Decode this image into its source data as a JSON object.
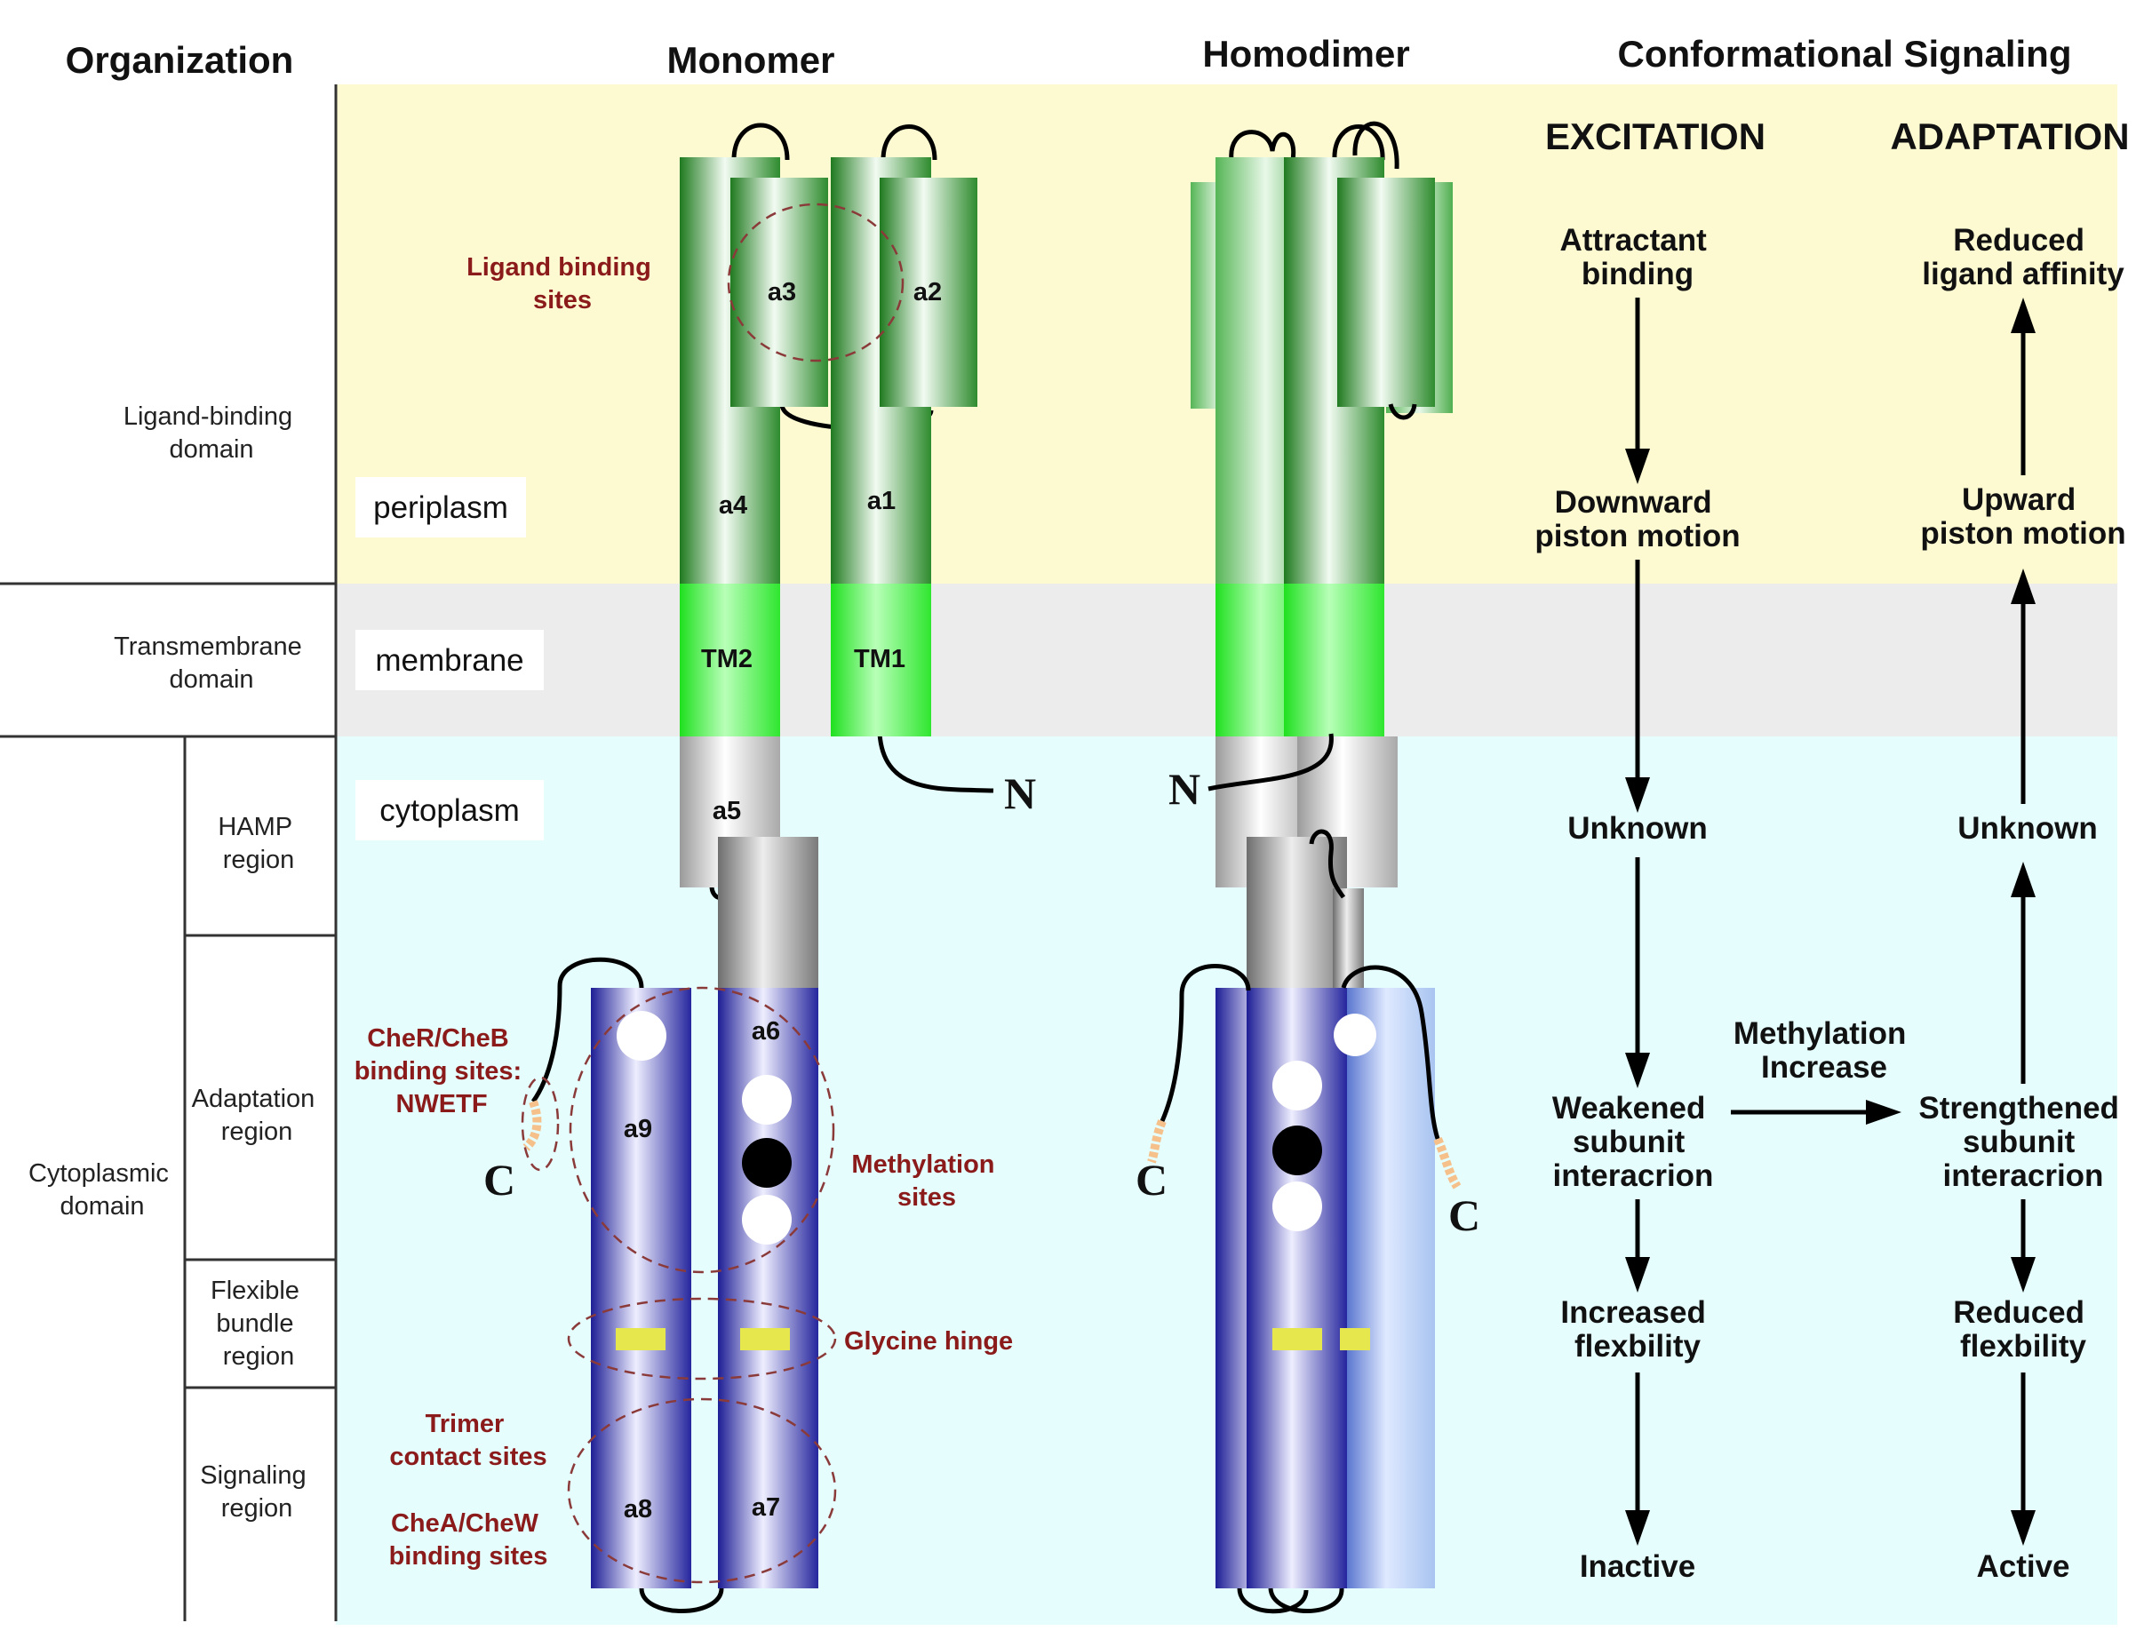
{
  "headers": {
    "organization": "Organization",
    "monomer": "Monomer",
    "homodimer": "Homodimer",
    "conformational": "Conformational Signaling"
  },
  "organization": {
    "ligand_binding": [
      "Ligand-binding",
      "domain"
    ],
    "transmembrane": [
      "Transmembrane",
      "domain"
    ],
    "cytoplasmic": [
      "Cytoplasmic",
      "domain"
    ],
    "hamp": [
      "HAMP",
      "region"
    ],
    "adaptation": [
      "Adaptation",
      "region"
    ],
    "flexible": [
      "Flexible",
      "bundle",
      "region"
    ],
    "signaling": [
      "Signaling",
      "region"
    ]
  },
  "zones": {
    "periplasm": "periplasm",
    "membrane": "membrane",
    "cytoplasm": "cytoplasm"
  },
  "helices": {
    "a1": "a1",
    "a2": "a2",
    "a3": "a3",
    "a4": "a4",
    "a5": "a5",
    "a6": "a6",
    "a7": "a7",
    "a8": "a8",
    "a9": "a9",
    "tm1": "TM1",
    "tm2": "TM2"
  },
  "termini": {
    "n": "N",
    "c": "C"
  },
  "annotations": {
    "ligand_sites": [
      "Ligand binding",
      "sites"
    ],
    "cher_cheb": [
      "CheR/CheB",
      "binding sites:",
      "NWETF"
    ],
    "methylation_sites": [
      "Methylation",
      "sites"
    ],
    "glycine_hinge": "Glycine hinge",
    "trimer_contact": [
      "Trimer",
      "contact sites"
    ],
    "chea_chew": [
      "CheA/CheW",
      "binding sites"
    ]
  },
  "signaling": {
    "excitation": {
      "title": "EXCITATION",
      "steps": [
        [
          "Attractant",
          "binding"
        ],
        [
          "Downward",
          "piston motion"
        ],
        [
          "Unknown"
        ],
        [
          "Weakened",
          "subunit",
          "interacrion"
        ],
        [
          "Increased",
          "flexbility"
        ],
        [
          "Inactive"
        ]
      ]
    },
    "adaptation": {
      "title": "ADAPTATION",
      "steps": [
        [
          "Reduced",
          "ligand affinity"
        ],
        [
          "Upward",
          "piston motion"
        ],
        [
          "Unknown"
        ],
        [
          "Strengthened",
          "subunit",
          "interacrion"
        ],
        [
          "Reduced",
          "flexbility"
        ],
        [
          "Active"
        ]
      ]
    },
    "transition": [
      "Methylation",
      "Increase"
    ]
  },
  "colors": {
    "periplasm_bg": "#fdfad2",
    "membrane_bg": "#ececec",
    "cytoplasm_bg": "#e6fdfd",
    "periplasmic_helix": "#2e8b2e",
    "transmembrane_helix": "#33e633",
    "hamp_helix": "#8c8c8c",
    "cytoplasmic_helix": "#24249c",
    "annotation_text": "#8b1a1a",
    "glycine_hinge": "#e6e64d"
  }
}
